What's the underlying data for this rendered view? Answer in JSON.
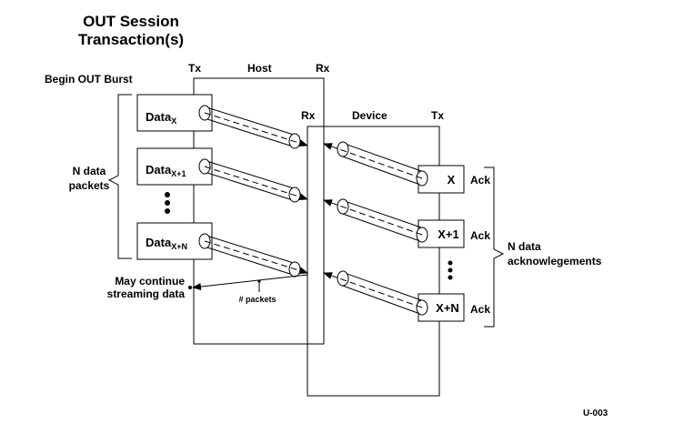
{
  "title": {
    "line1": "OUT Session",
    "line2": "Transaction(s)"
  },
  "begin_label": "Begin OUT Burst",
  "host": {
    "label": "Host",
    "tx": "Tx",
    "rx": "Rx"
  },
  "device": {
    "label": "Device",
    "rx": "Rx",
    "tx": "Tx"
  },
  "data_packets": [
    {
      "main": "Data",
      "sub": "X"
    },
    {
      "main": "Data",
      "sub": "X+1"
    },
    {
      "main": "Data",
      "sub": "X+N"
    }
  ],
  "acks": [
    {
      "label": "X",
      "ack": "Ack"
    },
    {
      "label": "X+1",
      "ack": "Ack"
    },
    {
      "label": "X+N",
      "ack": "Ack"
    }
  ],
  "left_brace_label": {
    "line1": "N data",
    "line2": "packets"
  },
  "right_brace_label": {
    "line1": "N data",
    "line2": "acknowlegements"
  },
  "continue_label": {
    "line1": "May continue",
    "line2": "streaming data"
  },
  "packets_label": "# packets",
  "figure_id": "U-003"
}
